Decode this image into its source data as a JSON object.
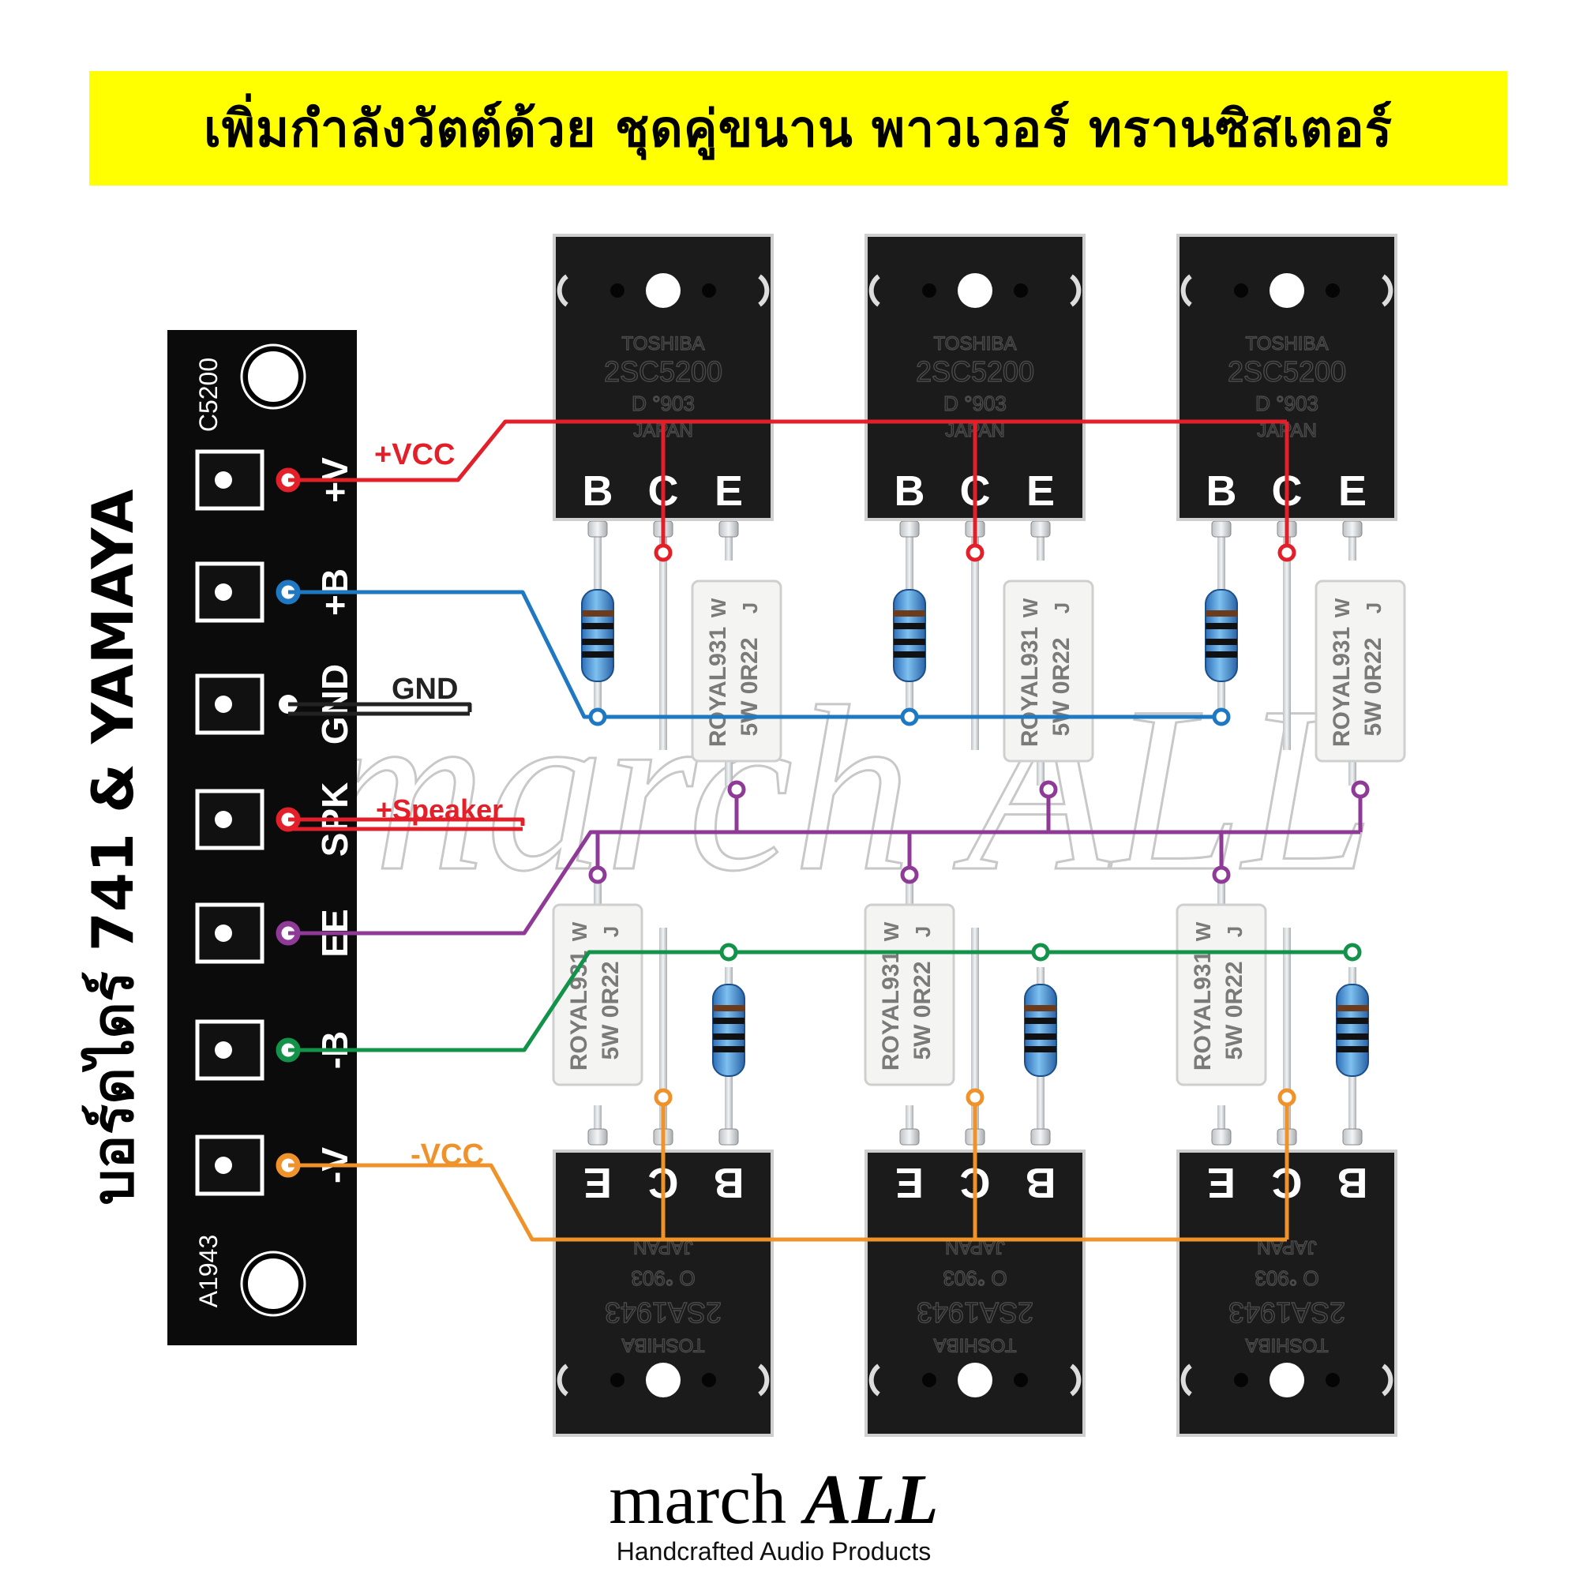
{
  "title": "เพิ่มกำลังวัตต์ด้วย ชุดคู่ขนาน พาวเวอร์ ทรานซิสเตอร์",
  "side_title": "บอร์ดไดร์ 741 & YAMAYA",
  "board": {
    "top_label": "C5200",
    "bottom_label": "A1943",
    "pins": [
      "+V",
      "+B",
      "GND",
      "SPK",
      "EE",
      "-B",
      "-V"
    ]
  },
  "wire_labels": {
    "vcc_pos": "+VCC",
    "gnd": "GND",
    "speaker": "+Speaker",
    "vcc_neg": "-VCC"
  },
  "npn": {
    "brand": "TOSHIBA",
    "part": "2SC5200",
    "code": "D  °903",
    "origin": "JAPAN",
    "pins": [
      "B",
      "C",
      "E"
    ]
  },
  "pnp": {
    "brand": "TOSHIBA",
    "part": "2SA1943",
    "code": "O  °903",
    "origin": "JAPAN",
    "pins": [
      "E",
      "C",
      "B"
    ]
  },
  "emitter_resistor": {
    "line1": "ROYAL931",
    "line2": "5W  0R22",
    "mark_w": "W",
    "mark_j": "J"
  },
  "watermark": "march ALL",
  "brand": {
    "name_plain": "march",
    "name_bold": "ALL",
    "tagline": "Handcrafted Audio Products"
  },
  "colors": {
    "vcc_pos": "#e3202a",
    "plus_b": "#1e78c2",
    "gnd": "#222222",
    "speaker": "#e3202a",
    "ee": "#8e3a96",
    "minus_b": "#13924a",
    "vcc_neg": "#f0922a",
    "title_bg": "#ffff00"
  }
}
